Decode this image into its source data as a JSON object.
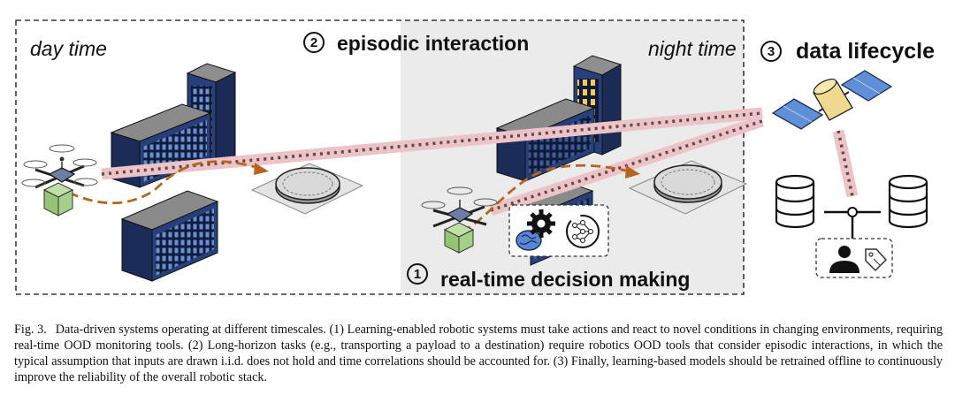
{
  "figure": {
    "labels": {
      "day_time": "day time",
      "night_time": "night time",
      "episodic_interaction": "episodic interaction",
      "data_lifecycle": "data lifecycle",
      "real_time": "real-time decision making"
    },
    "step_numbers": {
      "one": "1",
      "two": "2",
      "three": "3"
    },
    "colors": {
      "night_panel": "#ebebeb",
      "building_blue": "#27407c",
      "window_blue": "#6f93d9",
      "window_lit": "#f4c95d",
      "data_stream": "#eec3c7",
      "trajectory": "#b5651d",
      "drone_payload": "#a6cf8a",
      "satellite_panel": "#5f8fd6",
      "satellite_body": "#f0d890"
    },
    "icons": [
      "drone-icon",
      "building-icon",
      "landing-pad-icon",
      "satellite-icon",
      "database-icon",
      "brain-icon",
      "gear-icon",
      "neural-network-icon",
      "person-icon",
      "tag-icon"
    ]
  },
  "caption": {
    "label": "Fig. 3.",
    "text": "Data-driven systems operating at different timescales. (1) Learning-enabled robotic systems must take actions and react to novel conditions in changing environments, requiring real-time OOD monitoring tools. (2) Long-horizon tasks (e.g., transporting a payload to a destination) require robotics OOD tools that consider episodic interactions, in which the typical assumption that inputs are drawn i.i.d. does not hold and time correlations should be accounted for. (3) Finally, learning-based models should be retrained offline to continuously improve the reliability of the overall robotic stack."
  }
}
